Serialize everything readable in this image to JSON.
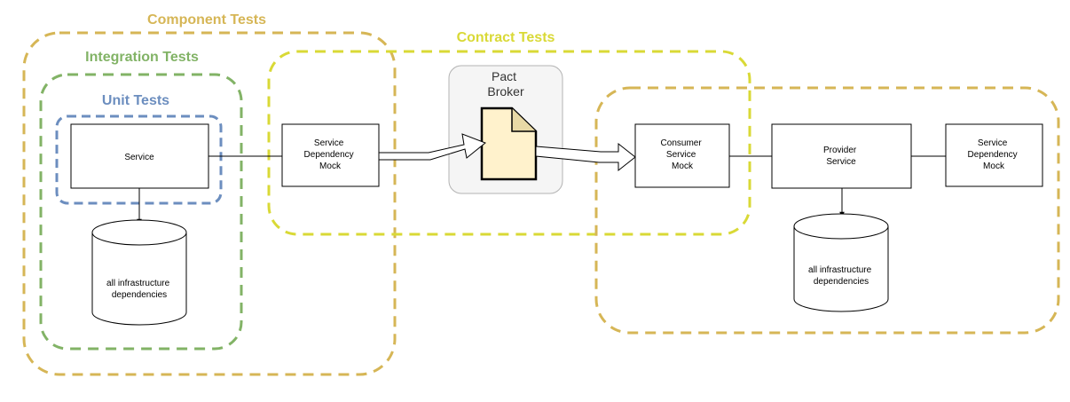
{
  "groups": {
    "component_tests": {
      "title": "Component Tests",
      "color": "#d6b656"
    },
    "integration_tests": {
      "title": "Integration Tests",
      "color": "#82b366"
    },
    "unit_tests": {
      "title": "Unit Tests",
      "color": "#6c8ebf"
    },
    "contract_tests": {
      "title": "Contract Tests",
      "color": "#d9d936"
    },
    "provider_tests": {
      "color": "#d6b656"
    }
  },
  "nodes": {
    "service": {
      "label": "Service"
    },
    "service_dependency_mock_left": {
      "lines": [
        "Service",
        "Dependency",
        "Mock"
      ]
    },
    "pact_broker": {
      "lines": [
        "Pact",
        "Broker"
      ]
    },
    "consumer_service_mock": {
      "lines": [
        "Consumer",
        "Service",
        "Mock"
      ]
    },
    "provider_service": {
      "lines": [
        "Provider",
        "Service"
      ]
    },
    "service_dependency_mock_right": {
      "lines": [
        "Service",
        "Dependency",
        "Mock"
      ]
    },
    "infra_left": {
      "lines": [
        "all infrastructure",
        "dependencies"
      ]
    },
    "infra_right": {
      "lines": [
        "all infrastructure",
        "dependencies"
      ]
    }
  },
  "colors": {
    "line": "#000000",
    "document_fill": "#fff2cc",
    "broker_border": "#b3b3b3"
  }
}
